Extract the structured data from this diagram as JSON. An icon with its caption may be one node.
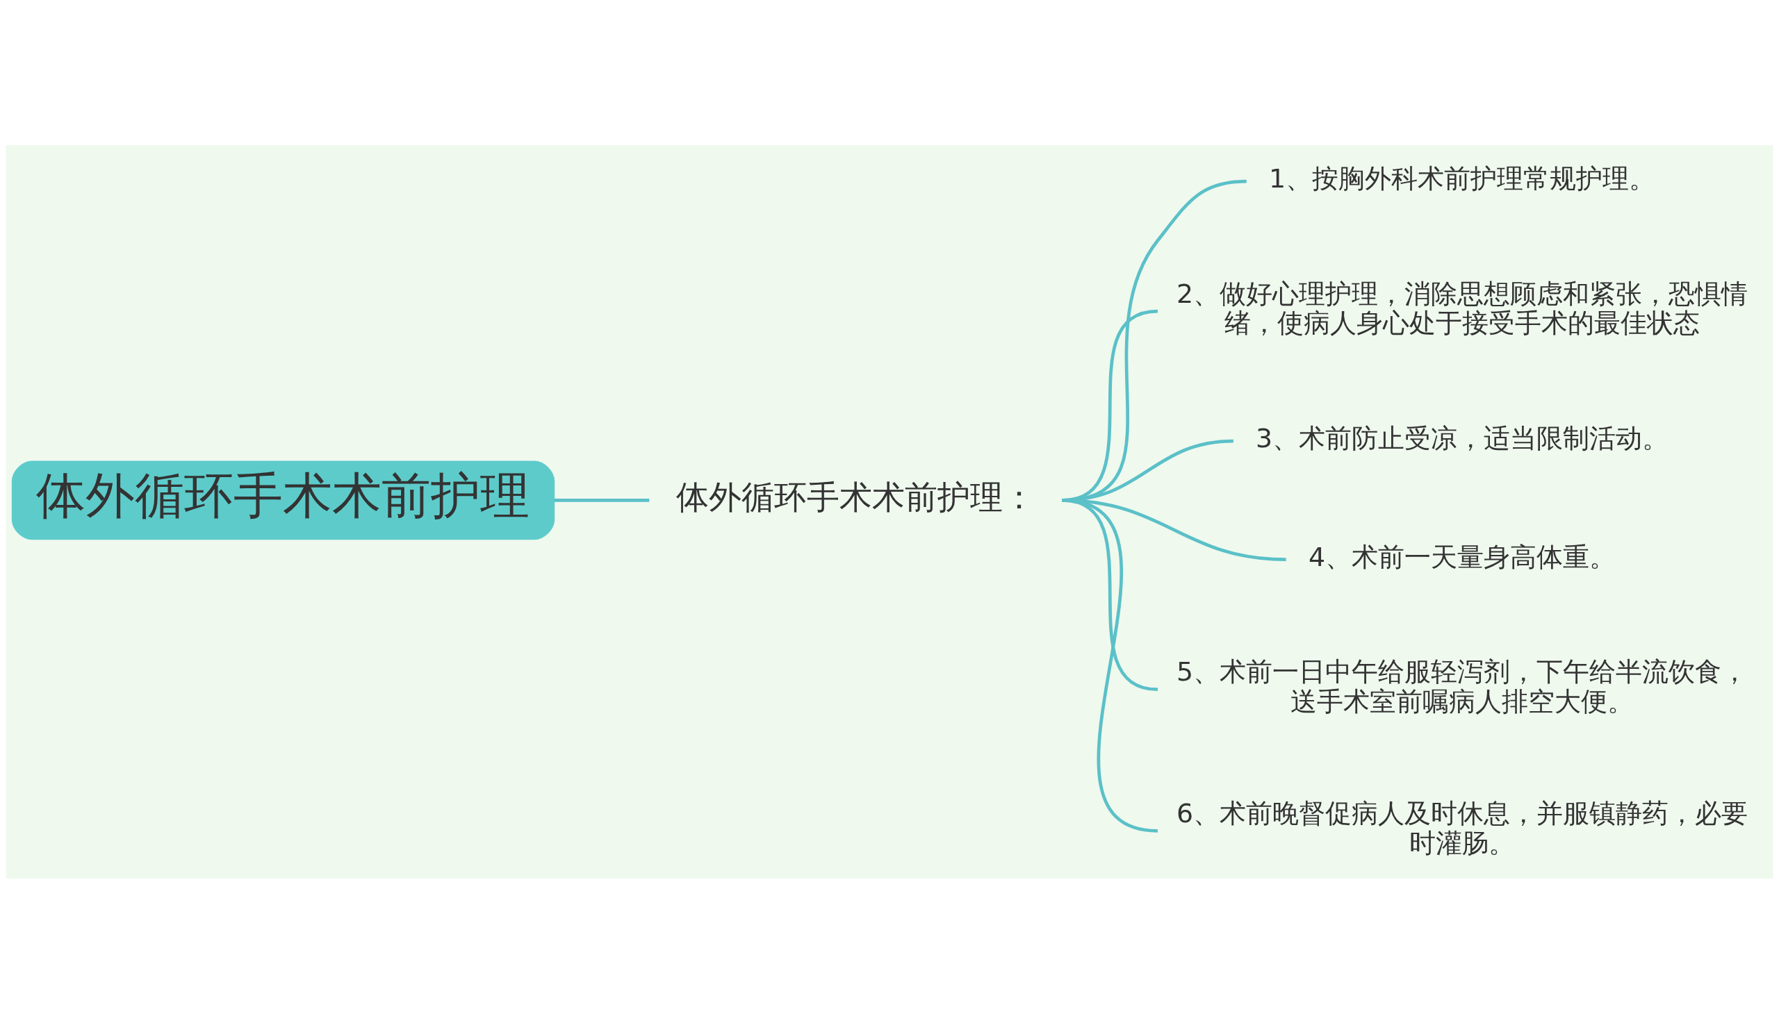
{
  "diagram": {
    "nodes": [
      {
        "text": [
          "体外循环手术术前护理"
        ]
      },
      {
        "text": [
          "体外循环手术术前护理："
        ]
      },
      {
        "text": [
          "1、按胸外科术前护理常规护理。"
        ]
      },
      {
        "text": [
          "2、做好心理护理，消除思想顾虑和紧张，恐惧情绪，使病人身心处于接受手术的最佳状态"
        ]
      },
      {
        "text": [
          "3、术前防止受凉，适当限制活动。"
        ]
      },
      {
        "text": [
          "4、术前一天量身高体重。"
        ]
      },
      {
        "text": [
          "5、术前一日中午给服轻泻剂，下午给半流饮食，送手术室前嘱病人排空大便。"
        ]
      },
      {
        "text": [
          "6、术前晚督促病人及时休息，并服镇静药，必要时灌肠。"
        ]
      }
    ],
    "edges": [
      {
        "from": 0,
        "to": 1,
        "arrow": "none"
      },
      {
        "from": 1,
        "to": 2,
        "arrow": "none"
      },
      {
        "from": 1,
        "to": 3,
        "arrow": "none"
      },
      {
        "from": 1,
        "to": 4,
        "arrow": "none"
      },
      {
        "from": 1,
        "to": 5,
        "arrow": "none"
      },
      {
        "from": 1,
        "to": 6,
        "arrow": "none"
      },
      {
        "from": 1,
        "to": 7,
        "arrow": "none"
      }
    ]
  }
}
